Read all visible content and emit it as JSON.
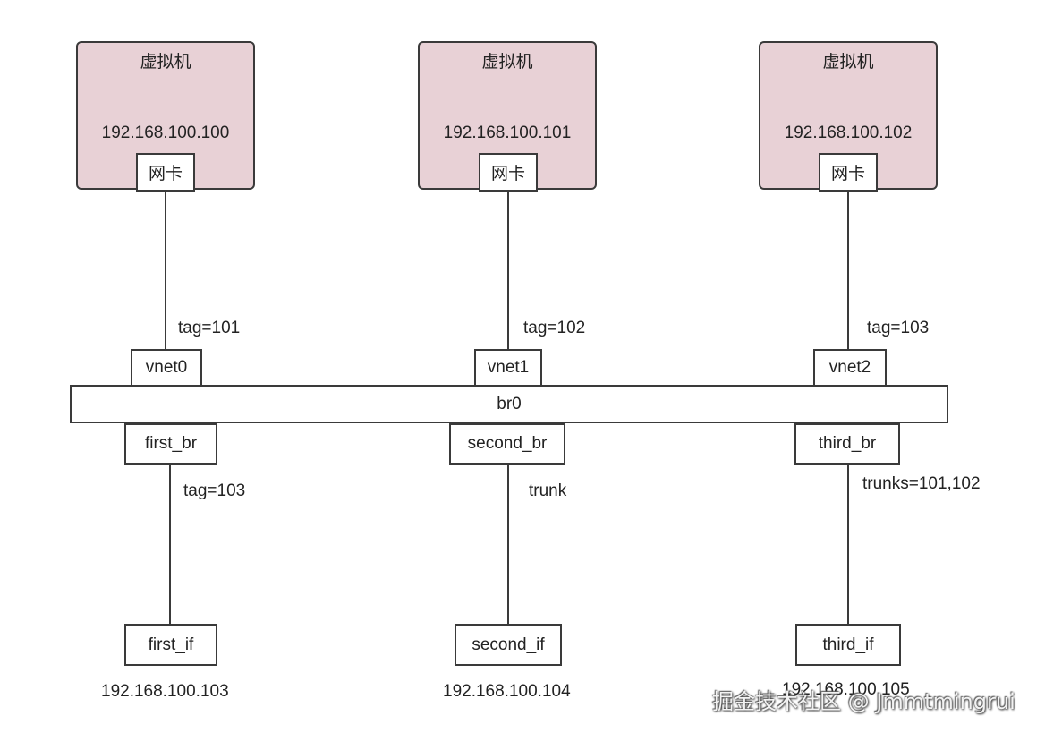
{
  "vms": [
    {
      "title": "虚拟机",
      "ip": "192.168.100.100",
      "nic": "网卡",
      "vnet": "vnet0",
      "tag": "tag=101"
    },
    {
      "title": "虚拟机",
      "ip": "192.168.100.101",
      "nic": "网卡",
      "vnet": "vnet1",
      "tag": "tag=102"
    },
    {
      "title": "虚拟机",
      "ip": "192.168.100.102",
      "nic": "网卡",
      "vnet": "vnet2",
      "tag": "tag=103"
    }
  ],
  "bridge": {
    "label": "br0"
  },
  "ports": [
    {
      "name": "first_br",
      "mode": "tag=103",
      "iface": "first_if",
      "ip": "192.168.100.103"
    },
    {
      "name": "second_br",
      "mode": "trunk",
      "iface": "second_if",
      "ip": "192.168.100.104"
    },
    {
      "name": "third_br",
      "mode": "trunks=101,102",
      "iface": "third_if",
      "ip": "192.168.100.105"
    }
  ],
  "watermark": "掘金技术社区 @ Jmmtmingrui"
}
